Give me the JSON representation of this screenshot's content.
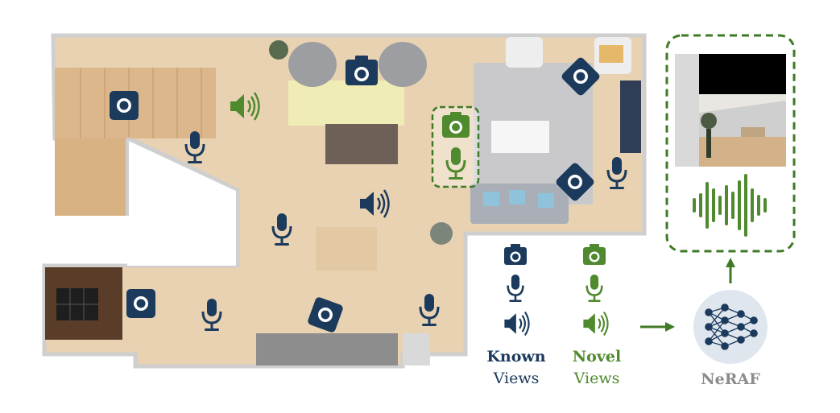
{
  "legend": {
    "known_title": "Known",
    "known_sub": "Views",
    "novel_title": "Novel",
    "novel_sub": "Views"
  },
  "model": {
    "label": "NeRAF"
  },
  "colors": {
    "known": "#1b3a5c",
    "novel": "#4f8a2e",
    "neraf_gray": "#8c8c8c"
  },
  "icons": [
    "camera-icon",
    "microphone-icon",
    "speaker-icon",
    "neural-network-icon",
    "waveform-icon",
    "arrow-icon"
  ]
}
